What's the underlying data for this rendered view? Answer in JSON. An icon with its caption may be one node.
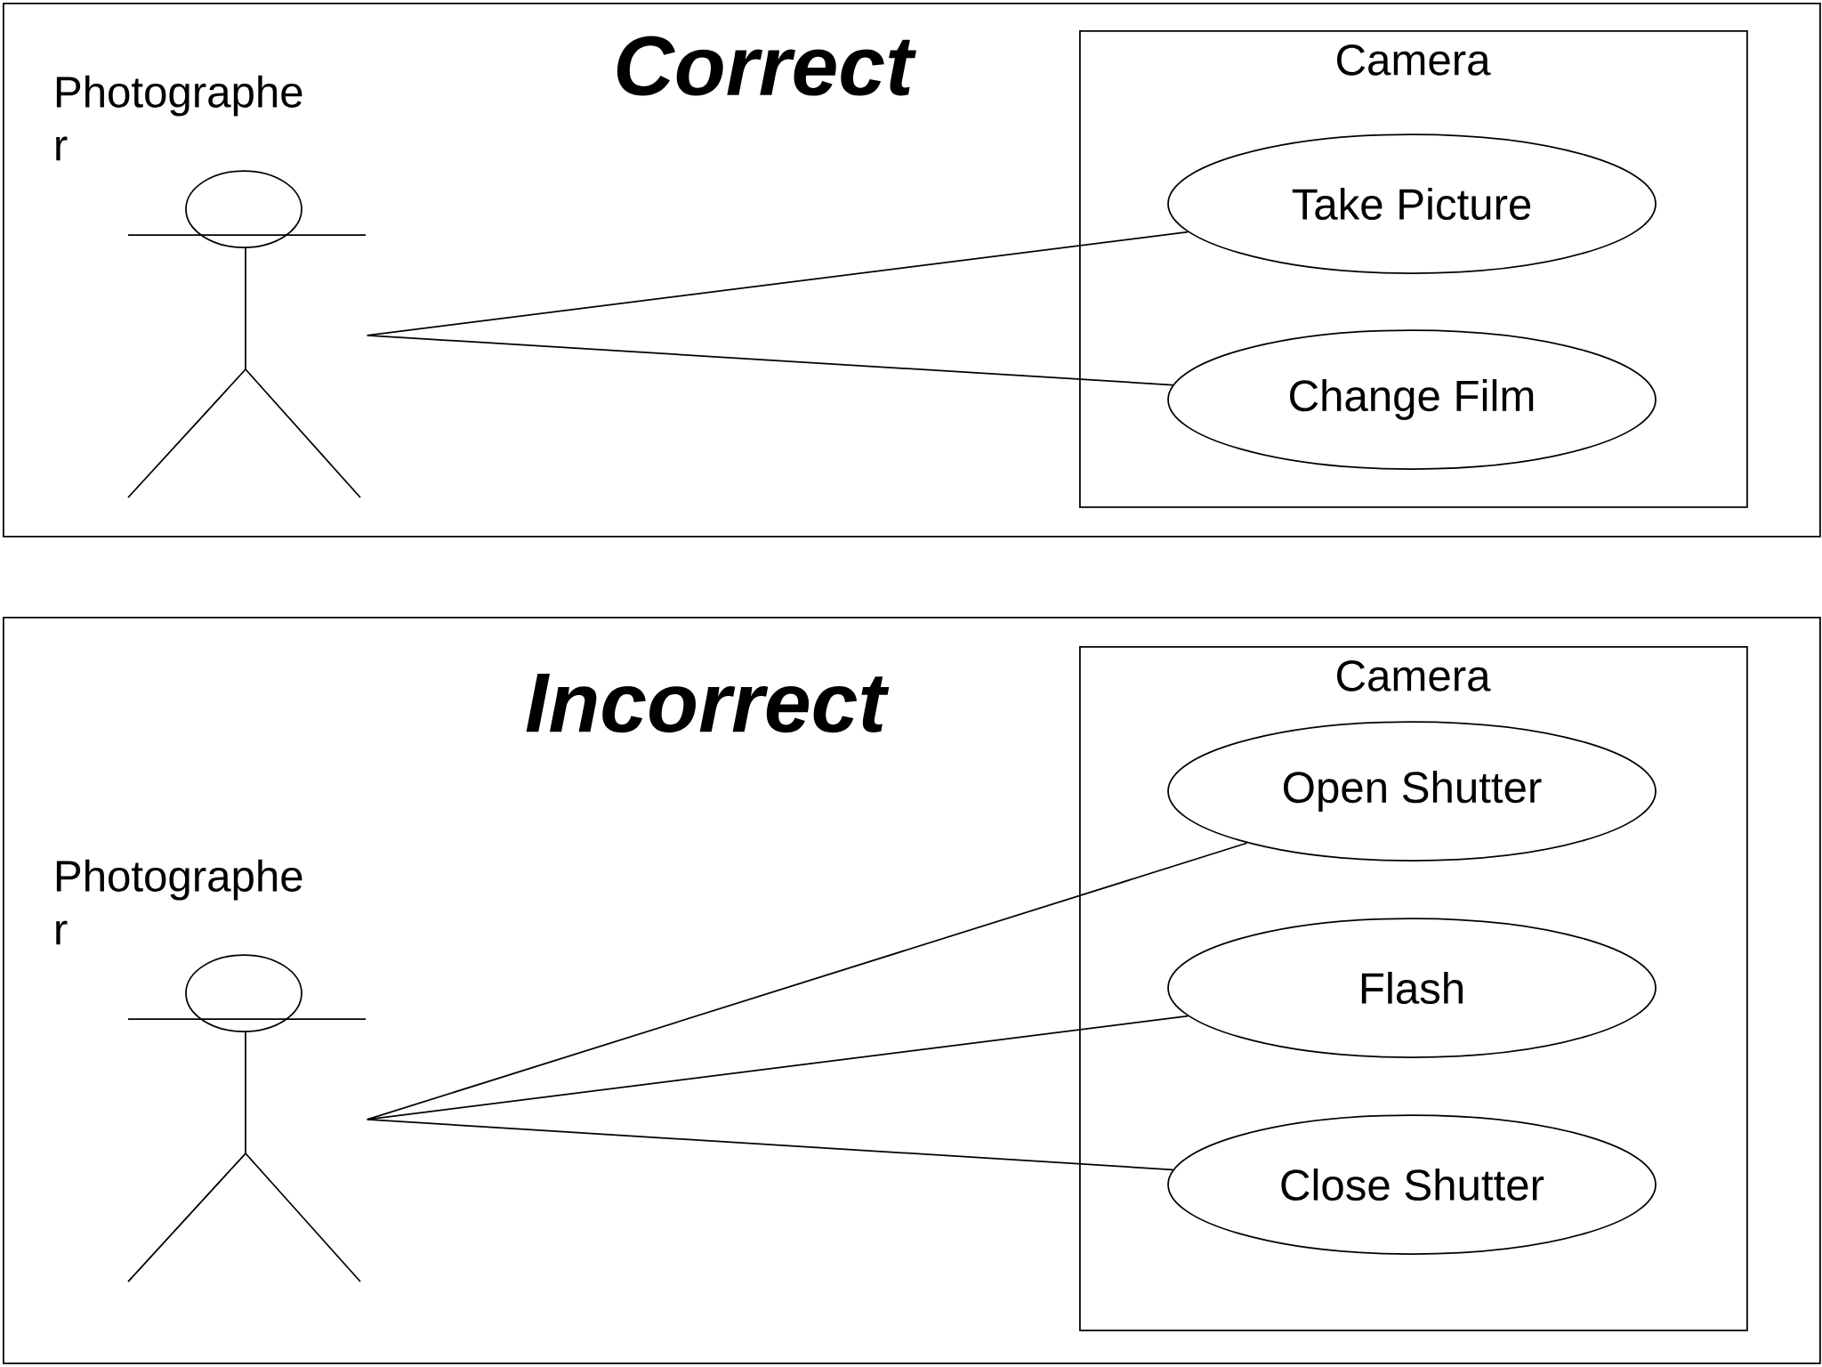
{
  "diagram": {
    "nodes": [
      {
        "text": [
          "Correct"
        ]
      },
      {
        "text": [
          "Photographe r"
        ],
        "in": 0
      },
      {
        "text": [
          "Camera"
        ],
        "in": 0
      },
      {
        "text": [
          "Take Picture"
        ],
        "in": 2
      },
      {
        "text": [
          "Change Film"
        ],
        "in": 2
      },
      {
        "text": [
          "Incorrect"
        ]
      },
      {
        "text": [
          "Photographe r"
        ],
        "in": 5
      },
      {
        "text": [
          "Camera"
        ],
        "in": 5
      },
      {
        "text": [
          "Open Shutter"
        ],
        "in": 7
      },
      {
        "text": [
          "Flash"
        ],
        "in": 7
      },
      {
        "text": [
          "Close Shutter"
        ],
        "in": 7
      }
    ],
    "edges": [
      {
        "from": 1,
        "to": 3,
        "arrow": "none"
      },
      {
        "from": 1,
        "to": 4,
        "arrow": "none"
      },
      {
        "from": 6,
        "to": 8,
        "arrow": "none"
      },
      {
        "from": 6,
        "to": 9,
        "arrow": "none"
      },
      {
        "from": 6,
        "to": 10,
        "arrow": "none"
      }
    ]
  }
}
